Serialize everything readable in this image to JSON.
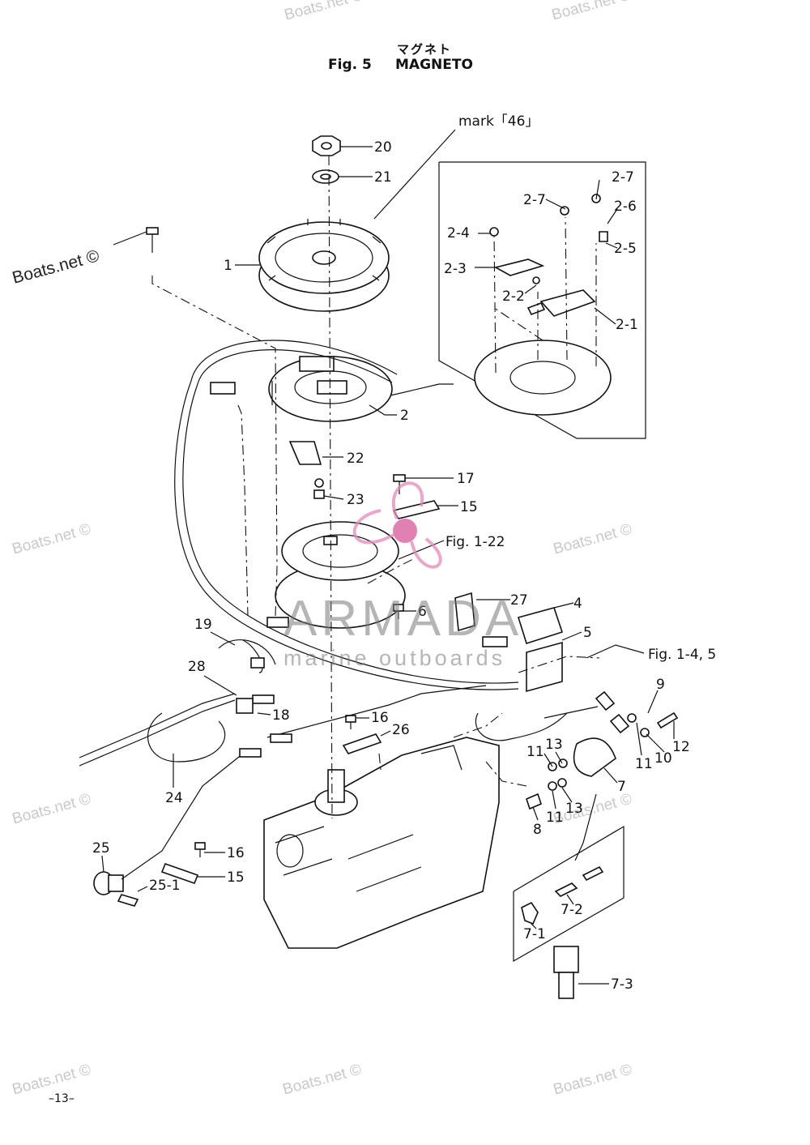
{
  "header": {
    "title_jp": "マグネト",
    "figure_number": "Fig. 5",
    "figure_title": "MAGNETO"
  },
  "page_number": "–13–",
  "watermarks": {
    "site": "Boats.net ©",
    "brand_name": "ARMADA",
    "brand_tagline": "marine outboards"
  },
  "callouts": {
    "mark_ref": "mark「46」",
    "fig_1_22": "Fig. 1-22",
    "fig_1_4_5": "Fig. 1-4, 5",
    "p1": "1",
    "p2": "2",
    "p2_1": "2-1",
    "p2_2": "2-2",
    "p2_3": "2-3",
    "p2_4": "2-4",
    "p2_5": "2-5",
    "p2_6": "2-6",
    "p2_7a": "2-7",
    "p2_7b": "2-7",
    "p4": "4",
    "p5": "5",
    "p6": "6",
    "p7": "7",
    "p7_1": "7-1",
    "p7_2": "7-2",
    "p7_3": "7-3",
    "p8": "8",
    "p9": "9",
    "p10": "10",
    "p11a": "11",
    "p11b": "11",
    "p11c": "11",
    "p12": "12",
    "p13a": "13",
    "p13b": "13",
    "p15a": "15",
    "p15b": "15",
    "p16a": "16",
    "p16b": "16",
    "p17": "17",
    "p18": "18",
    "p19": "19",
    "p20": "20",
    "p21": "21",
    "p22": "22",
    "p23": "23",
    "p24": "24",
    "p25": "25",
    "p25_1": "25-1",
    "p26": "26",
    "p27": "27",
    "p28": "28"
  }
}
